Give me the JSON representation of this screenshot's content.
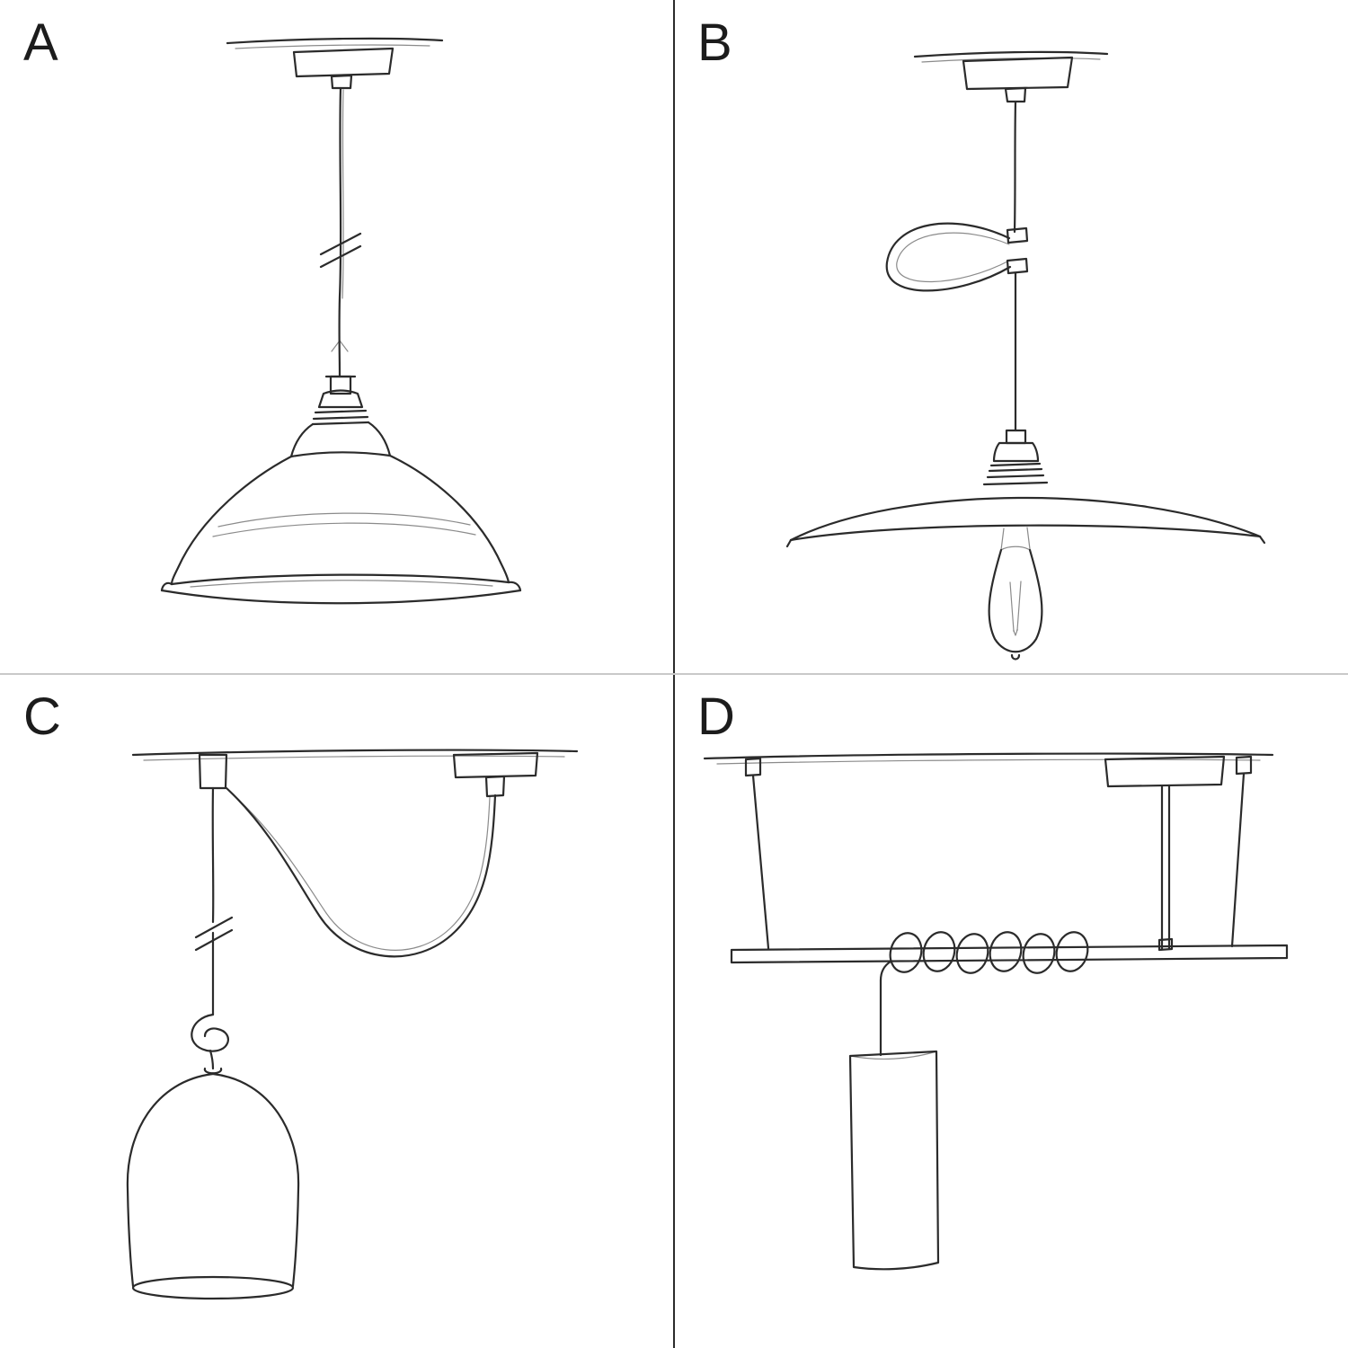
{
  "page": {
    "background": "#ffffff",
    "description_labels": [
      "A",
      "B",
      "C",
      "D"
    ]
  },
  "colors": {
    "ink": "#2b2b2b",
    "divider_vertical": "#2b2b2b",
    "divider_horizontal": "#c9c9c9",
    "letter": "#1c1c1c",
    "background": "#ffffff"
  },
  "panels": [
    {
      "label": "A",
      "name": "pendant-straight-cable-coolie-shade-sketch"
    },
    {
      "label": "B",
      "name": "pendant-cable-loop-flat-plate-shade-bulb-sketch"
    },
    {
      "label": "C",
      "name": "swag-pendant-hook-bell-shade-sketch"
    },
    {
      "label": "D",
      "name": "bar-suspension-coiled-cable-tube-shade-sketch"
    }
  ]
}
